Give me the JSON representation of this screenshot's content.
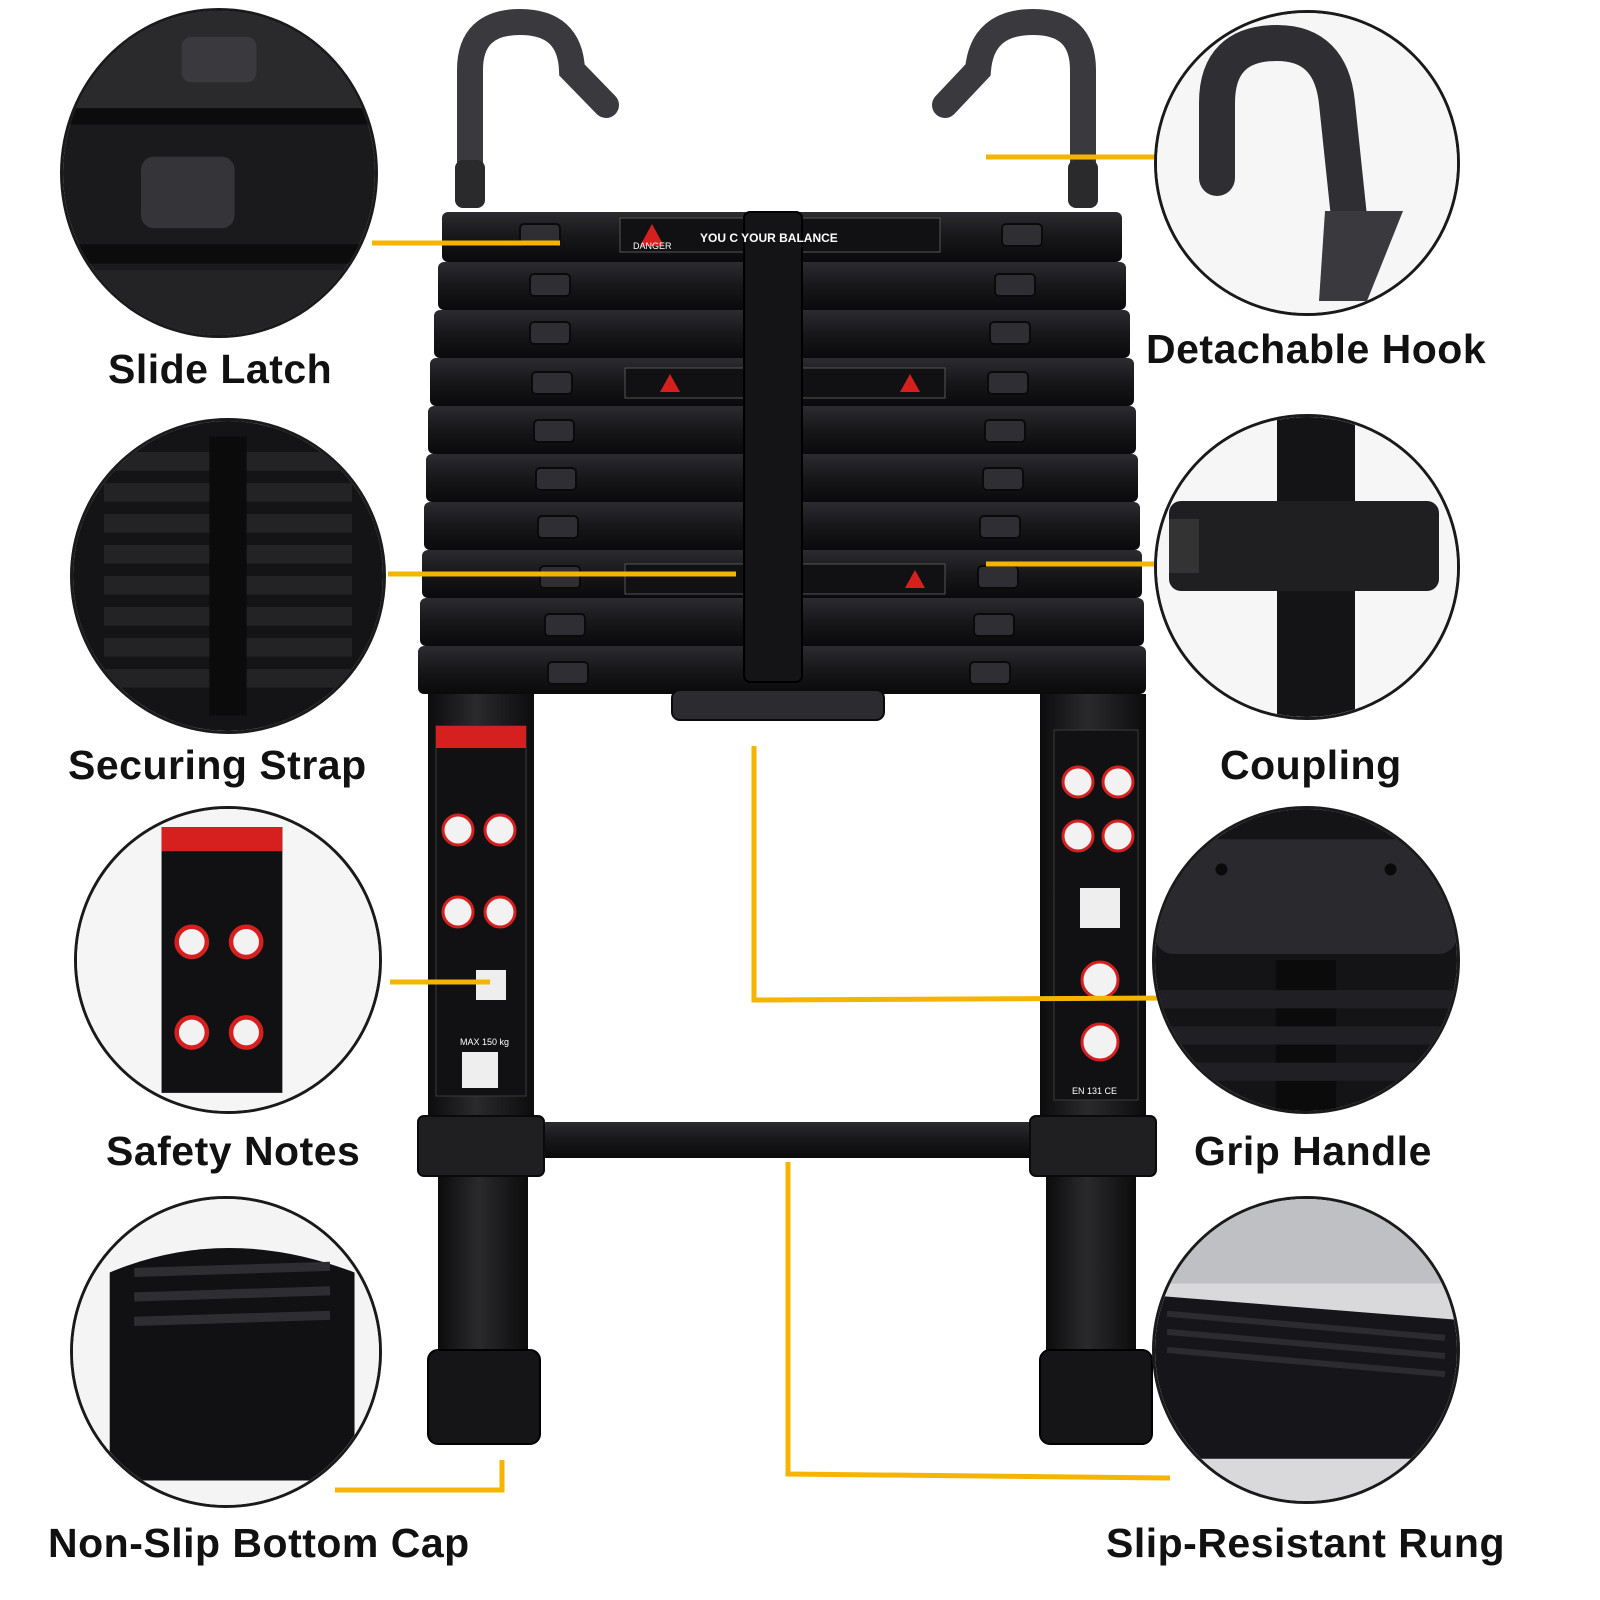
{
  "callouts": {
    "slide_latch": "Slide Latch",
    "securing_strap": "Securing Strap",
    "safety_notes": "Safety Notes",
    "non_slip_bottom_cap": "Non-Slip Bottom Cap",
    "detachable_hook": "Detachable Hook",
    "coupling": "Coupling",
    "grip_handle": "Grip Handle",
    "slip_resistant_rung": "Slip-Resistant Rung"
  },
  "ladder_stickers": {
    "danger_tag": "DANGER",
    "top_warning": "YOU C  YOUR BALANCE",
    "max_load": "MAX 150 kg",
    "standard": "EN 131 CE"
  },
  "colors": {
    "leader_line": "#f5b400",
    "ladder_body": "#1b1b1d",
    "warning_red": "#d62020"
  }
}
